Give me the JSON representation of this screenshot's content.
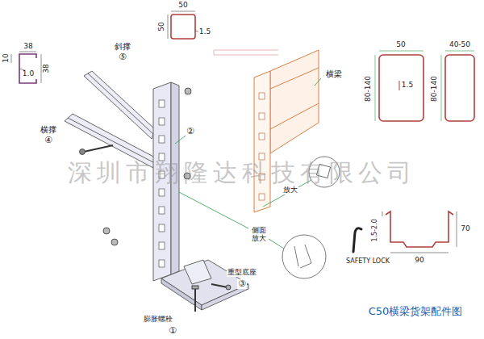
{
  "diagram": {
    "title": "C50横梁货架配件图",
    "labels": [
      "10",
      "38",
      "1.0",
      "38",
      "50",
      "50",
      "1.5",
      "斜撑",
      "⑤",
      "横撑",
      "④",
      "②",
      "横梁",
      "50",
      "80-140",
      "1.5",
      "40-50",
      "80-140",
      "放大",
      "侧面 放大",
      "SAFETY LOCK",
      "1.5-2.0",
      "70",
      "90",
      "重型底座",
      "③",
      "膨胀螺栓",
      "①",
      "深圳市翔隆达科技有限公司"
    ]
  }
}
